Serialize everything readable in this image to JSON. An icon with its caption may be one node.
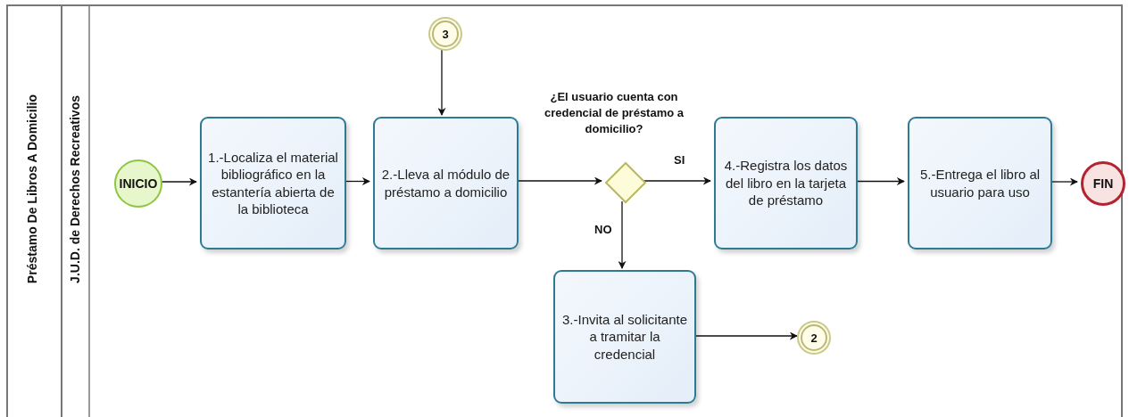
{
  "diagram": {
    "nodes": [
      {
        "text": [
          "Préstamo De Libros A Domicilio"
        ]
      },
      {
        "text": [
          "J.U.D. de Derechos Recreativos"
        ],
        "in": 0
      },
      {
        "text": [
          "INICIO"
        ],
        "in": 1
      },
      {
        "text": [
          "1.-Localiza el material bibliográfico en la estantería abierta de la biblioteca"
        ],
        "in": 1
      },
      {
        "text": [
          "3"
        ],
        "in": 1
      },
      {
        "text": [
          "2.-Lleva al módulo de préstamo a domicilio"
        ],
        "in": 1
      },
      {
        "text": [],
        "shape": "diamond",
        "in": 1,
        "beside": [
          "¿El usuario cuenta con credencial de préstamo a domicilio?"
        ]
      },
      {
        "text": [
          "3.-Invita al solicitante a tramitar la credencial"
        ],
        "in": 1
      },
      {
        "text": [
          "2"
        ],
        "in": 1
      },
      {
        "text": [
          "4.-Registra los datos del libro en la tarjeta de préstamo"
        ],
        "in": 1
      },
      {
        "text": [
          "5.-Entrega el libro al usuario para uso"
        ],
        "in": 1
      },
      {
        "text": [
          "FIN"
        ],
        "in": 1
      }
    ],
    "edges": [
      {
        "from": 2,
        "to": 3,
        "arrow": "to"
      },
      {
        "from": 3,
        "to": 5,
        "arrow": "to"
      },
      {
        "from": 4,
        "to": 5,
        "arrow": "to"
      },
      {
        "from": 5,
        "to": 6,
        "arrow": "to"
      },
      {
        "from": 6,
        "to": 9,
        "arrow": "to",
        "label": "SI"
      },
      {
        "from": 6,
        "to": 7,
        "arrow": "to",
        "label": "NO"
      },
      {
        "from": 7,
        "to": 8,
        "arrow": "to"
      },
      {
        "from": 9,
        "to": 10,
        "arrow": "to"
      },
      {
        "from": 10,
        "to": 11,
        "arrow": "to"
      }
    ]
  }
}
